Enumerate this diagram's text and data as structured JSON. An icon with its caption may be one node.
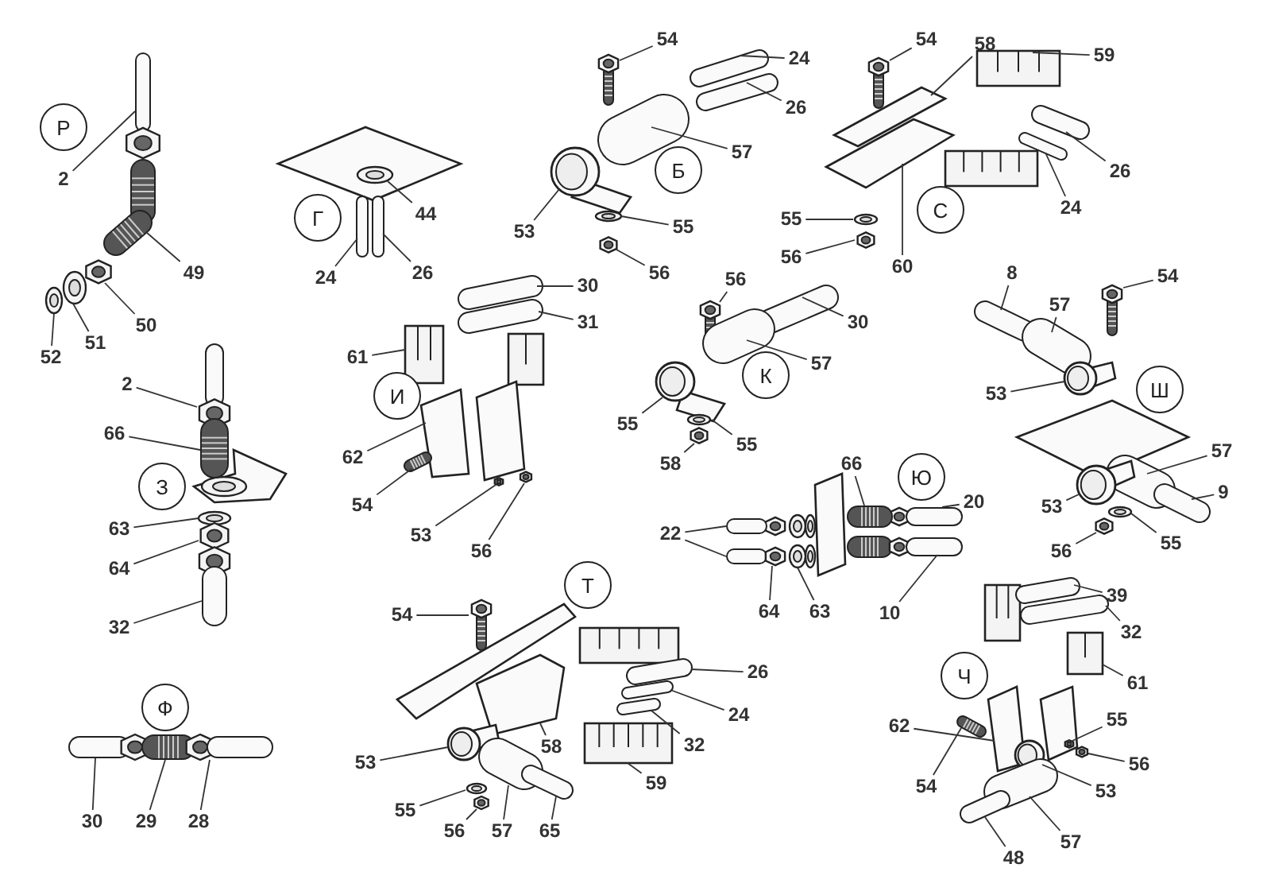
{
  "diagram": {
    "nodes": [
      {
        "text": [
          "Р"
        ]
      },
      {
        "text": [
          "2"
        ]
      },
      {
        "text": [
          "49"
        ]
      },
      {
        "text": [
          "50"
        ]
      },
      {
        "text": [
          "51"
        ]
      },
      {
        "text": [
          "52"
        ]
      },
      {
        "text": [
          "Г"
        ]
      },
      {
        "text": [
          "44"
        ]
      },
      {
        "text": [
          "24"
        ]
      },
      {
        "text": [
          "26"
        ]
      },
      {
        "text": [
          "Б"
        ]
      },
      {
        "text": [
          "54"
        ]
      },
      {
        "text": [
          "24"
        ]
      },
      {
        "text": [
          "26"
        ]
      },
      {
        "text": [
          "57"
        ]
      },
      {
        "text": [
          "53"
        ]
      },
      {
        "text": [
          "55"
        ]
      },
      {
        "text": [
          "56"
        ]
      },
      {
        "text": [
          "С"
        ]
      },
      {
        "text": [
          "54"
        ]
      },
      {
        "text": [
          "58"
        ]
      },
      {
        "text": [
          "59"
        ]
      },
      {
        "text": [
          "26"
        ]
      },
      {
        "text": [
          "24"
        ]
      },
      {
        "text": [
          "55"
        ]
      },
      {
        "text": [
          "56"
        ]
      },
      {
        "text": [
          "60"
        ]
      },
      {
        "text": [
          "З"
        ]
      },
      {
        "text": [
          "2"
        ]
      },
      {
        "text": [
          "66"
        ]
      },
      {
        "text": [
          "63"
        ]
      },
      {
        "text": [
          "64"
        ]
      },
      {
        "text": [
          "32"
        ]
      },
      {
        "text": [
          "И"
        ]
      },
      {
        "text": [
          "61"
        ]
      },
      {
        "text": [
          "30"
        ]
      },
      {
        "text": [
          "31"
        ]
      },
      {
        "text": [
          "62"
        ]
      },
      {
        "text": [
          "54"
        ]
      },
      {
        "text": [
          "53"
        ]
      },
      {
        "text": [
          "56"
        ]
      },
      {
        "text": [
          "К"
        ]
      },
      {
        "text": [
          "56"
        ]
      },
      {
        "text": [
          "30"
        ]
      },
      {
        "text": [
          "57"
        ]
      },
      {
        "text": [
          "55"
        ]
      },
      {
        "text": [
          "55"
        ]
      },
      {
        "text": [
          "58"
        ]
      },
      {
        "text": [
          "Ш"
        ]
      },
      {
        "text": [
          "8"
        ]
      },
      {
        "text": [
          "57"
        ]
      },
      {
        "text": [
          "54"
        ]
      },
      {
        "text": [
          "53"
        ]
      },
      {
        "text": [
          "57"
        ]
      },
      {
        "text": [
          "9"
        ]
      },
      {
        "text": [
          "53"
        ]
      },
      {
        "text": [
          "55"
        ]
      },
      {
        "text": [
          "56"
        ]
      },
      {
        "text": [
          "Ю"
        ]
      },
      {
        "text": [
          "66"
        ]
      },
      {
        "text": [
          "20"
        ]
      },
      {
        "text": [
          "10"
        ]
      },
      {
        "text": [
          "22"
        ]
      },
      {
        "text": [
          "64"
        ]
      },
      {
        "text": [
          "63"
        ]
      },
      {
        "text": [
          "Т"
        ]
      },
      {
        "text": [
          "54"
        ]
      },
      {
        "text": [
          "58"
        ]
      },
      {
        "text": [
          "53"
        ]
      },
      {
        "text": [
          "55"
        ]
      },
      {
        "text": [
          "56"
        ]
      },
      {
        "text": [
          "57"
        ]
      },
      {
        "text": [
          "65"
        ]
      },
      {
        "text": [
          "26"
        ]
      },
      {
        "text": [
          "24"
        ]
      },
      {
        "text": [
          "32"
        ]
      },
      {
        "text": [
          "59"
        ]
      },
      {
        "text": [
          "Ф"
        ]
      },
      {
        "text": [
          "30"
        ]
      },
      {
        "text": [
          "29"
        ]
      },
      {
        "text": [
          "28"
        ]
      },
      {
        "text": [
          "Ч"
        ]
      },
      {
        "text": [
          "39"
        ]
      },
      {
        "text": [
          "32"
        ]
      },
      {
        "text": [
          "61"
        ]
      },
      {
        "text": [
          "62"
        ]
      },
      {
        "text": [
          "54"
        ]
      },
      {
        "text": [
          "55"
        ]
      },
      {
        "text": [
          "56"
        ]
      },
      {
        "text": [
          "53"
        ]
      },
      {
        "text": [
          "57"
        ]
      },
      {
        "text": [
          "48"
        ]
      },
      {
        "text": [],
        "shape": "picture"
      },
      {
        "text": [],
        "shape": "picture"
      },
      {
        "text": [],
        "shape": "picture"
      },
      {
        "text": [],
        "shape": "picture"
      },
      {
        "text": [],
        "shape": "picture"
      },
      {
        "text": [],
        "shape": "picture"
      },
      {
        "text": [],
        "shape": "picture"
      },
      {
        "text": [],
        "shape": "picture"
      },
      {
        "text": [],
        "shape": "picture"
      },
      {
        "text": [],
        "shape": "picture"
      },
      {
        "text": [],
        "shape": "picture"
      },
      {
        "text": [],
        "shape": "picture"
      },
      {
        "text": [],
        "shape": "picture"
      },
      {
        "text": [],
        "shape": "picture"
      },
      {
        "text": [],
        "shape": "picture"
      },
      {
        "text": [],
        "shape": "picture"
      },
      {
        "text": [],
        "shape": "picture"
      },
      {
        "text": [],
        "shape": "picture"
      },
      {
        "text": [],
        "shape": "picture"
      },
      {
        "text": [],
        "shape": "picture"
      },
      {
        "text": [],
        "shape": "picture"
      },
      {
        "text": [],
        "shape": "picture"
      },
      {
        "text": [],
        "shape": "picture"
      },
      {
        "text": [],
        "shape": "picture"
      },
      {
        "text": [],
        "shape": "picture"
      },
      {
        "text": [],
        "shape": "picture"
      },
      {
        "text": [],
        "shape": "picture"
      },
      {
        "text": [],
        "shape": "picture"
      },
      {
        "text": [],
        "shape": "picture"
      },
      {
        "text": [],
        "shape": "picture"
      },
      {
        "text": [],
        "shape": "picture"
      },
      {
        "text": [],
        "shape": "picture"
      },
      {
        "text": [],
        "shape": "picture"
      },
      {
        "text": [],
        "shape": "picture"
      },
      {
        "text": [],
        "shape": "picture"
      },
      {
        "text": [],
        "shape": "picture"
      },
      {
        "text": [],
        "shape": "picture"
      },
      {
        "text": [],
        "shape": "picture"
      },
      {
        "text": [],
        "shape": "picture"
      },
      {
        "text": [],
        "shape": "picture"
      },
      {
        "text": [],
        "shape": "picture"
      },
      {
        "text": [],
        "shape": "picture"
      },
      {
        "text": [],
        "shape": "picture"
      },
      {
        "text": [],
        "shape": "picture"
      },
      {
        "text": [],
        "shape": "picture"
      },
      {
        "text": [],
        "shape": "picture"
      },
      {
        "text": [],
        "shape": "picture"
      },
      {
        "text": [],
        "shape": "picture"
      },
      {
        "text": [],
        "shape": "picture"
      },
      {
        "text": [],
        "shape": "picture"
      },
      {
        "text": [],
        "shape": "picture"
      },
      {
        "text": [],
        "shape": "picture"
      },
      {
        "text": [],
        "shape": "picture"
      },
      {
        "text": [],
        "shape": "picture"
      },
      {
        "text": [],
        "shape": "picture"
      },
      {
        "text": [],
        "shape": "picture"
      },
      {
        "text": [],
        "shape": "picture"
      },
      {
        "text": [],
        "shape": "picture"
      },
      {
        "text": [],
        "shape": "picture"
      },
      {
        "text": [],
        "shape": "picture"
      },
      {
        "text": [],
        "shape": "picture"
      },
      {
        "text": [],
        "shape": "picture"
      },
      {
        "text": [],
        "shape": "picture"
      },
      {
        "text": [],
        "shape": "picture"
      },
      {
        "text": [],
        "shape": "picture"
      },
      {
        "text": [],
        "shape": "picture"
      },
      {
        "text": [],
        "shape": "picture"
      },
      {
        "text": [],
        "shape": "picture"
      },
      {
        "text": [],
        "shape": "picture"
      },
      {
        "text": [],
        "shape": "picture"
      },
      {
        "text": [],
        "shape": "picture"
      },
      {
        "text": [],
        "shape": "picture"
      },
      {
        "text": [],
        "shape": "picture"
      },
      {
        "text": [],
        "shape": "picture"
      },
      {
        "text": [],
        "shape": "picture"
      },
      {
        "text": [],
        "shape": "picture"
      },
      {
        "text": [],
        "shape": "picture"
      },
      {
        "text": [],
        "shape": "picture"
      },
      {
        "text": [],
        "shape": "picture"
      },
      {
        "text": [],
        "shape": "picture"
      },
      {
        "text": [],
        "shape": "picture"
      }
    ],
    "edges": [
      {
        "from": 1,
        "to": 92,
        "arrow": "none"
      },
      {
        "from": 2,
        "to": 93,
        "arrow": "none"
      },
      {
        "from": 3,
        "to": 94,
        "arrow": "none"
      },
      {
        "from": 4,
        "to": 95,
        "arrow": "none"
      },
      {
        "from": 5,
        "to": 96,
        "arrow": "none"
      },
      {
        "from": 7,
        "to": 97,
        "arrow": "none"
      },
      {
        "from": 8,
        "to": 98,
        "arrow": "none"
      },
      {
        "from": 9,
        "to": 99,
        "arrow": "none"
      },
      {
        "from": 11,
        "to": 100,
        "arrow": "none"
      },
      {
        "from": 12,
        "to": 101,
        "arrow": "none"
      },
      {
        "from": 13,
        "to": 102,
        "arrow": "none"
      },
      {
        "from": 14,
        "to": 103,
        "arrow": "none"
      },
      {
        "from": 15,
        "to": 104,
        "arrow": "none"
      },
      {
        "from": 16,
        "to": 105,
        "arrow": "none"
      },
      {
        "from": 17,
        "to": 106,
        "arrow": "none"
      },
      {
        "from": 19,
        "to": 107,
        "arrow": "none"
      },
      {
        "from": 20,
        "to": 108,
        "arrow": "none"
      },
      {
        "from": 21,
        "to": 109,
        "arrow": "none"
      },
      {
        "from": 22,
        "to": 110,
        "arrow": "none"
      },
      {
        "from": 23,
        "to": 111,
        "arrow": "none"
      },
      {
        "from": 24,
        "to": 112,
        "arrow": "none"
      },
      {
        "from": 25,
        "to": 113,
        "arrow": "none"
      },
      {
        "from": 26,
        "to": 114,
        "arrow": "none"
      },
      {
        "from": 28,
        "to": 115,
        "arrow": "none"
      },
      {
        "from": 29,
        "to": 116,
        "arrow": "none"
      },
      {
        "from": 30,
        "to": 117,
        "arrow": "none"
      },
      {
        "from": 31,
        "to": 118,
        "arrow": "none"
      },
      {
        "from": 32,
        "to": 119,
        "arrow": "none"
      },
      {
        "from": 34,
        "to": 120,
        "arrow": "none"
      },
      {
        "from": 35,
        "to": 121,
        "arrow": "none"
      },
      {
        "from": 36,
        "to": 122,
        "arrow": "none"
      },
      {
        "from": 37,
        "to": 123,
        "arrow": "none"
      },
      {
        "from": 38,
        "to": 124,
        "arrow": "none"
      },
      {
        "from": 39,
        "to": 125,
        "arrow": "none"
      },
      {
        "from": 40,
        "to": 126,
        "arrow": "none"
      },
      {
        "from": 42,
        "to": 127,
        "arrow": "none"
      },
      {
        "from": 43,
        "to": 128,
        "arrow": "none"
      },
      {
        "from": 44,
        "to": 129,
        "arrow": "none"
      },
      {
        "from": 45,
        "to": 130,
        "arrow": "none"
      },
      {
        "from": 46,
        "to": 131,
        "arrow": "none"
      },
      {
        "from": 47,
        "to": 132,
        "arrow": "none"
      },
      {
        "from": 49,
        "to": 133,
        "arrow": "none"
      },
      {
        "from": 50,
        "to": 134,
        "arrow": "none"
      },
      {
        "from": 51,
        "to": 135,
        "arrow": "none"
      },
      {
        "from": 52,
        "to": 136,
        "arrow": "none"
      },
      {
        "from": 53,
        "to": 137,
        "arrow": "none"
      },
      {
        "from": 54,
        "to": 138,
        "arrow": "none"
      },
      {
        "from": 55,
        "to": 139,
        "arrow": "none"
      },
      {
        "from": 56,
        "to": 140,
        "arrow": "none"
      },
      {
        "from": 57,
        "to": 141,
        "arrow": "none"
      },
      {
        "from": 59,
        "to": 142,
        "arrow": "none"
      },
      {
        "from": 60,
        "to": 143,
        "arrow": "none"
      },
      {
        "from": 61,
        "to": 144,
        "arrow": "none"
      },
      {
        "from": 62,
        "to": 145,
        "arrow": "none"
      },
      {
        "from": 62,
        "to": 146,
        "arrow": "none"
      },
      {
        "from": 63,
        "to": 147,
        "arrow": "none"
      },
      {
        "from": 64,
        "to": 148,
        "arrow": "none"
      },
      {
        "from": 66,
        "to": 149,
        "arrow": "none"
      },
      {
        "from": 67,
        "to": 150,
        "arrow": "none"
      },
      {
        "from": 68,
        "to": 151,
        "arrow": "none"
      },
      {
        "from": 69,
        "to": 152,
        "arrow": "none"
      },
      {
        "from": 70,
        "to": 153,
        "arrow": "none"
      },
      {
        "from": 71,
        "to": 154,
        "arrow": "none"
      },
      {
        "from": 72,
        "to": 155,
        "arrow": "none"
      },
      {
        "from": 73,
        "to": 156,
        "arrow": "none"
      },
      {
        "from": 74,
        "to": 157,
        "arrow": "none"
      },
      {
        "from": 75,
        "to": 158,
        "arrow": "none"
      },
      {
        "from": 76,
        "to": 159,
        "arrow": "none"
      },
      {
        "from": 78,
        "to": 160,
        "arrow": "none"
      },
      {
        "from": 79,
        "to": 161,
        "arrow": "none"
      },
      {
        "from": 80,
        "to": 162,
        "arrow": "none"
      },
      {
        "from": 82,
        "to": 163,
        "arrow": "none"
      },
      {
        "from": 83,
        "to": 164,
        "arrow": "none"
      },
      {
        "from": 84,
        "to": 165,
        "arrow": "none"
      },
      {
        "from": 85,
        "to": 166,
        "arrow": "none"
      },
      {
        "from": 86,
        "to": 167,
        "arrow": "none"
      },
      {
        "from": 87,
        "to": 168,
        "arrow": "none"
      },
      {
        "from": 88,
        "to": 169,
        "arrow": "none"
      },
      {
        "from": 89,
        "to": 170,
        "arrow": "none"
      },
      {
        "from": 90,
        "to": 171,
        "arrow": "none"
      },
      {
        "from": 91,
        "to": 172,
        "arrow": "none"
      }
    ]
  }
}
